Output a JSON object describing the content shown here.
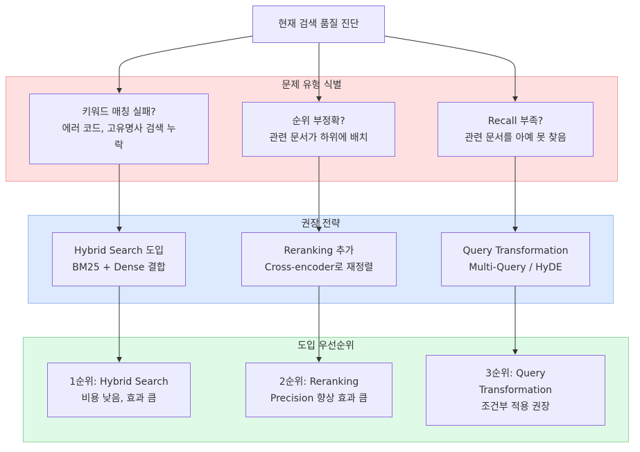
{
  "colors": {
    "node_fill": "#ECECFF",
    "node_stroke": "#9370DB",
    "edge": "#333333",
    "cluster_problem_fill": "#FFE0E0",
    "cluster_problem_stroke": "#F2A0A0",
    "cluster_strategy_fill": "#DCE9FF",
    "cluster_strategy_stroke": "#9BBDEB",
    "cluster_priority_fill": "#DFFAE6",
    "cluster_priority_stroke": "#8FD6A0"
  },
  "root": {
    "text": "현재 검색 품질 진단"
  },
  "clusters": {
    "problem": {
      "label": "문제 유형 식별"
    },
    "strategy": {
      "label": "권장 전략"
    },
    "priority": {
      "label": "도입 우선순위"
    }
  },
  "problem_nodes": [
    {
      "line1": "키워드 매칭 실패?",
      "line2": "에러 코드, 고유명사 검색 누",
      "line3": "락"
    },
    {
      "line1": "순위 부정확?",
      "line2": "관련 문서가 하위에 배치"
    },
    {
      "line1": "Recall 부족?",
      "line2": "관련 문서를 아예 못 찾음"
    }
  ],
  "strategy_nodes": [
    {
      "line1": "Hybrid Search 도입",
      "line2": "BM25 + Dense 결합"
    },
    {
      "line1": "Reranking 추가",
      "line2": "Cross-encoder로 재정렬"
    },
    {
      "line1": "Query Transformation",
      "line2": "Multi-Query / HyDE"
    }
  ],
  "priority_nodes": [
    {
      "line1": "1순위: Hybrid Search",
      "line2": "비용 낮음, 효과 큼"
    },
    {
      "line1": "2순위: Reranking",
      "line2": "Precision 향상 효과 큼"
    },
    {
      "line1": "3순위: Query",
      "line2": "Transformation",
      "line3": "조건부 적용 권장"
    }
  ]
}
